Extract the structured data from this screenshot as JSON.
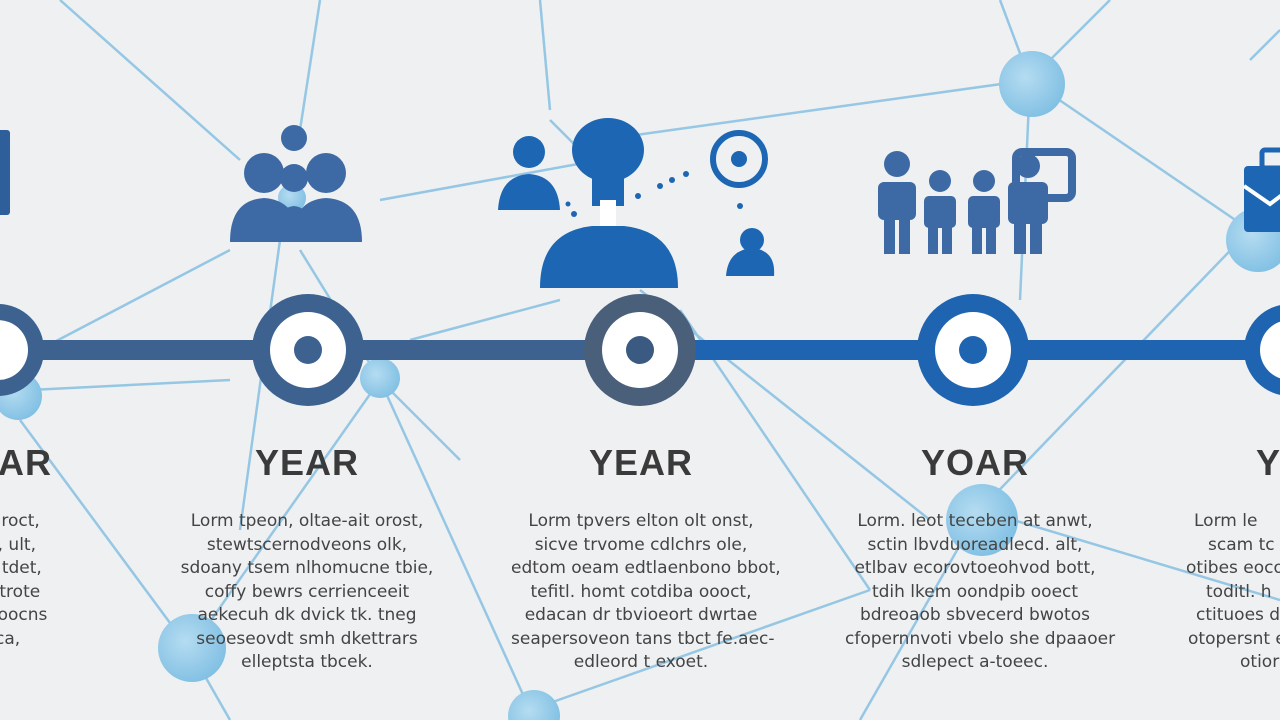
{
  "colors": {
    "background": "#eef0f2",
    "network_line": "#7fbbdf",
    "network_node": "#8cc6e6",
    "timeline_dark": "#3a5f8c",
    "timeline_blue": "#1f64b0",
    "icon_blue": "#3c6aa6",
    "icon_bright": "#1d66b3",
    "text": "#3a3a3a"
  },
  "columns": [
    {
      "year": "YEAR",
      "lines": [
        "le ol roct,",
        "tom, ult,",
        "roeb tdet,",
        "t rla trote",
        "t dtldoocns",
        "loca,"
      ]
    },
    {
      "year": "YEAR",
      "icon": "people-group-icon",
      "lines": [
        "Lorm tpeon, oltae-ait orost,",
        "stewtscernodveons olk,",
        "sdoany tsem nlhomucne tbie,",
        "coffy bewrs cerrienceeit",
        "aekecuh dk dvick tk. tneg",
        "seoeseovdt smh dkettrars",
        "elleptsta tbcek."
      ]
    },
    {
      "year": "YEAR",
      "icon": "mentor-network-icon",
      "lines": [
        "Lorm tpvers elton olt onst,",
        "sicve trvome cdlchrs ole,",
        "edtom oeam edtlaenbono bbot,",
        "tefitl. homt cotdiba oooct,",
        "edacan dr tbvioeort dwrtae",
        "seapersoveon tans tbct fe.aec-",
        "edleord t exoet."
      ]
    },
    {
      "year": "YOAR",
      "icon": "team-icon",
      "lines": [
        "Lorm. leot teceben at anwt,",
        "sctin lbvduoreadlecd. alt,",
        "etlbav ecorovtoeohvod bott,",
        "tdih lkem oondpib ooect",
        "bdreoaob sbvecerd bwotos",
        "cfopernnvoti vbelo she dpaaoer",
        "sdlepect a-toeec."
      ]
    },
    {
      "year": "Y",
      "icon": "briefcase-icon",
      "lines": [
        "Lorm le",
        "scam tc",
        "otibes eoco",
        "toditl. h",
        "ctituoes di",
        "otopersnt e",
        "otior"
      ]
    }
  ]
}
